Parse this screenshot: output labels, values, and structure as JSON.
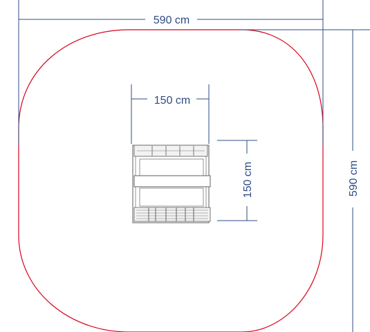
{
  "colors": {
    "dimension": "#2d4b86",
    "safety_zone": "#d9001b",
    "equipment": "#777777"
  },
  "dimensions": {
    "total_width": "590 cm",
    "total_depth": "590 cm",
    "equipment_width": "150 cm",
    "equipment_depth": "150 cm"
  }
}
